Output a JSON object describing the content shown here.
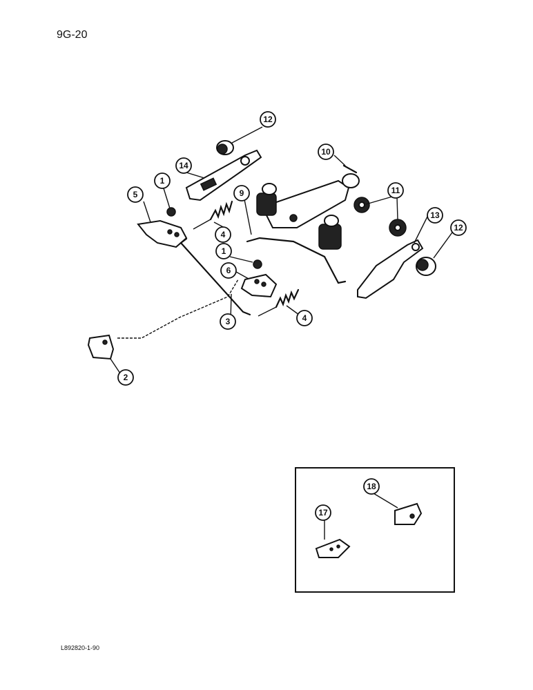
{
  "page": {
    "code": "9G-20",
    "figure_ref": "L892820-1-90"
  },
  "callouts": [
    "12",
    "14",
    "10",
    "1",
    "5",
    "9",
    "11",
    "4",
    "13",
    "12",
    "1",
    "6",
    "3",
    "4",
    "2",
    "18",
    "17"
  ],
  "colors": {
    "ink": "#111111",
    "paper": "#ffffff"
  }
}
